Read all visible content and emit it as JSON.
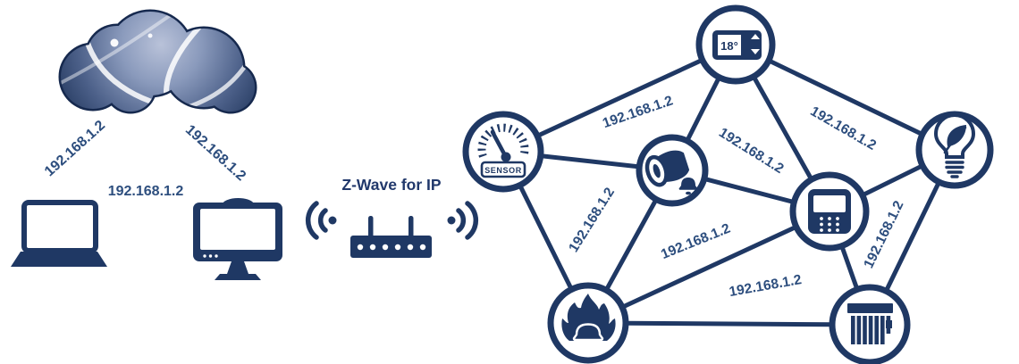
{
  "router": {
    "title": "Z-Wave for IP"
  },
  "ip_labels": {
    "cloud_laptop": "192.168.1.2",
    "cloud_monitor": "192.168.1.2",
    "laptop_monitor": "192.168.1.2",
    "thermostat_sensor": "192.168.1.2",
    "thermostat_panel": "192.168.1.2",
    "thermostat_lightbulb": "192.168.1.2",
    "sensor_firealarm": "192.168.1.2",
    "firealarm_panel": "192.168.1.2",
    "firealarm_blinds": "192.168.1.2",
    "blinds_lightbulb": "192.168.1.2"
  },
  "devices": {
    "thermostat": {
      "icon": "thermostat-icon",
      "display": "18°"
    },
    "sensor": {
      "icon": "gauge-sensor-icon",
      "label": "SENSOR"
    },
    "siren": {
      "icon": "megaphone-bell-icon"
    },
    "control_panel": {
      "icon": "keypad-panel-icon"
    },
    "lightbulb": {
      "icon": "eco-lightbulb-icon"
    },
    "fire_alarm": {
      "icon": "flame-bell-icon"
    },
    "blinds": {
      "icon": "window-blinds-icon"
    },
    "cloud": {
      "icon": "cloud-icon"
    },
    "laptop": {
      "icon": "laptop-icon"
    },
    "monitor": {
      "icon": "monitor-icon"
    },
    "gateway": {
      "icon": "wifi-router-icon"
    }
  },
  "colors": {
    "navy": "#1F3864",
    "ip_text": "#2D4E7E",
    "background": "#FFFFFF"
  }
}
